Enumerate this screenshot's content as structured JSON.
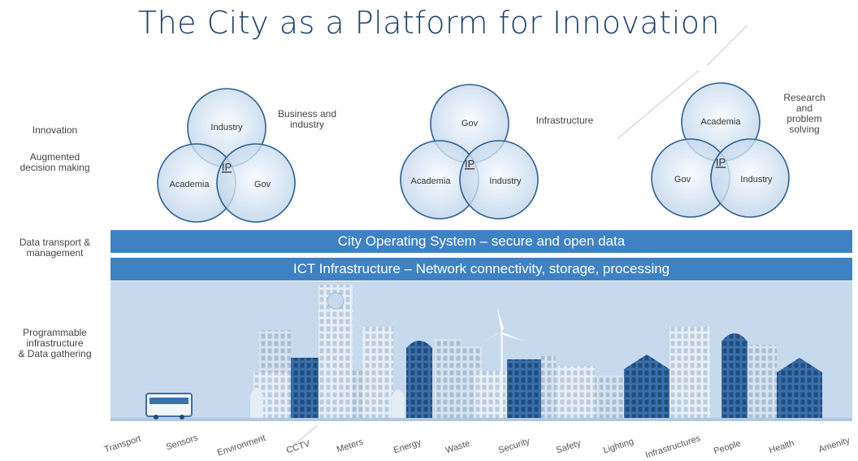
{
  "title": "The City as a Platform for Innovation",
  "left_labels": {
    "innovation": "Innovation",
    "augmented": "Augmented\ndecision making",
    "data_transport": "Data transport &\nmanagement",
    "programmable": "Programmable\ninfrastructure\n& Data gathering"
  },
  "venns": [
    {
      "top": "Industry",
      "left": "Academia",
      "right": "Gov",
      "center": "IP",
      "note": "Business and\nindustry"
    },
    {
      "top": "Gov",
      "left": "Academia",
      "right": "Industry",
      "center": "IP",
      "note": "Infrastructure"
    },
    {
      "top": "Academia",
      "left": "Gov",
      "right": "Industry",
      "center": "IP",
      "note": "Research\nand\nproblem\nsolving"
    }
  ],
  "bands": {
    "city_os": "City Operating System – secure and open data",
    "ict": "ICT Infrastructure – Network connectivity, storage, processing"
  },
  "categories": [
    "Transport",
    "Sensors",
    "Environment",
    "CCTV",
    "Meters",
    "Energy",
    "Waste",
    "Security",
    "Safety",
    "Lighting",
    "Infrastructures",
    "People",
    "Health",
    "Amenity"
  ],
  "colors": {
    "band": "#3f82c4",
    "circle_fill": "#cfe0f1",
    "circle_stroke": "#2f5f93",
    "city_bg": "#c7d9ec",
    "title": "#1f3f6e"
  }
}
